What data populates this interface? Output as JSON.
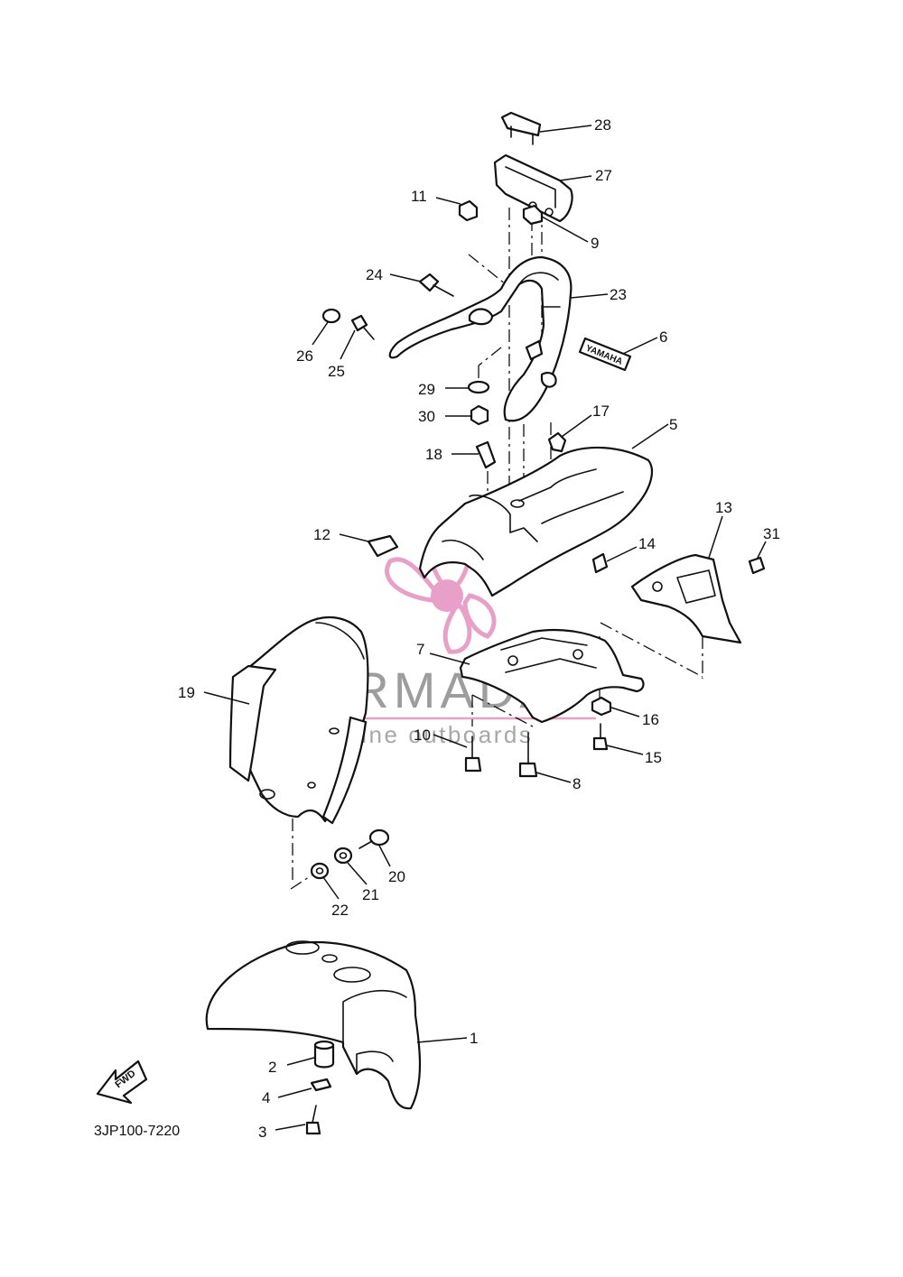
{
  "diagram_code": "3JP100-7220",
  "watermark": {
    "brand": "ARMADA",
    "tagline": "marine outboards",
    "accent_color": "#e8a0c8",
    "gray_color": "#7d7d7d"
  },
  "direction_arrow": {
    "label": "FWD",
    "icon": "fwd-arrow-icon"
  },
  "decal_text": "YAMAHA",
  "callouts": [
    {
      "id": "c1",
      "number": "1"
    },
    {
      "id": "c2",
      "number": "2"
    },
    {
      "id": "c3",
      "number": "3"
    },
    {
      "id": "c4",
      "number": "4"
    },
    {
      "id": "c5",
      "number": "5"
    },
    {
      "id": "c6",
      "number": "6"
    },
    {
      "id": "c7",
      "number": "7"
    },
    {
      "id": "c8",
      "number": "8"
    },
    {
      "id": "c9",
      "number": "9"
    },
    {
      "id": "c10",
      "number": "10"
    },
    {
      "id": "c11",
      "number": "11"
    },
    {
      "id": "c12",
      "number": "12"
    },
    {
      "id": "c13",
      "number": "13"
    },
    {
      "id": "c14",
      "number": "14"
    },
    {
      "id": "c15",
      "number": "15"
    },
    {
      "id": "c16",
      "number": "16"
    },
    {
      "id": "c17",
      "number": "17"
    },
    {
      "id": "c18",
      "number": "18"
    },
    {
      "id": "c19",
      "number": "19"
    },
    {
      "id": "c20",
      "number": "20"
    },
    {
      "id": "c21",
      "number": "21"
    },
    {
      "id": "c22",
      "number": "22"
    },
    {
      "id": "c23",
      "number": "23"
    },
    {
      "id": "c24",
      "number": "24"
    },
    {
      "id": "c25",
      "number": "25"
    },
    {
      "id": "c26",
      "number": "26"
    },
    {
      "id": "c27",
      "number": "27"
    },
    {
      "id": "c28",
      "number": "28"
    },
    {
      "id": "c29",
      "number": "29"
    },
    {
      "id": "c30",
      "number": "30"
    },
    {
      "id": "c31",
      "number": "31"
    }
  ]
}
